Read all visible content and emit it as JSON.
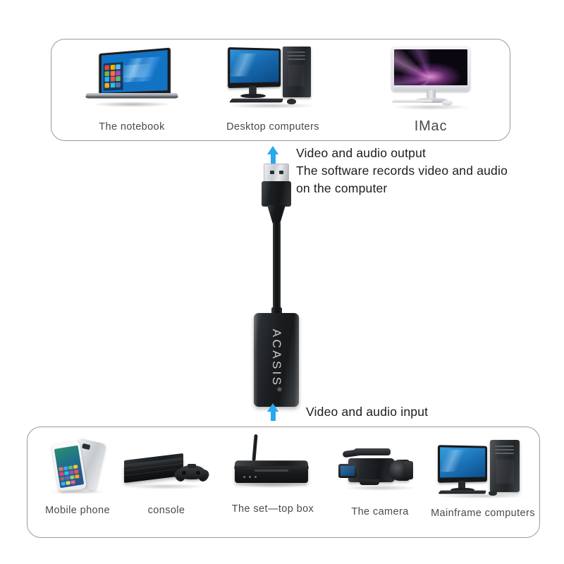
{
  "diagram": {
    "title": "ACASIS USB video capture card connection diagram",
    "accent_color": "#29a8f0",
    "box_border_color": "#9a9a9a",
    "label_color": "#4a4a4a",
    "annotation_color": "#1c1c1c"
  },
  "device": {
    "brand": "ACASIS",
    "trademark": "®",
    "connector": "usb-a-plug",
    "body_color": "#1a1d1f"
  },
  "output_group": {
    "items": [
      {
        "label": "The notebook",
        "icon": "laptop-icon"
      },
      {
        "label": "Desktop computers",
        "icon": "desktop-computer-icon"
      },
      {
        "label": "IMac",
        "icon": "imac-icon"
      }
    ]
  },
  "input_group": {
    "items": [
      {
        "label": "Mobile phone",
        "icon": "smartphone-icon"
      },
      {
        "label": "console",
        "icon": "game-console-icon"
      },
      {
        "label": "The set—top box",
        "icon": "set-top-box-icon"
      },
      {
        "label": "The camera",
        "icon": "video-camera-icon"
      },
      {
        "label": "Mainframe computers",
        "icon": "tower-computer-icon"
      }
    ]
  },
  "annotations": {
    "output": "Video and audio output\nThe software records video and audio\non the computer",
    "input": "Video and audio input"
  }
}
